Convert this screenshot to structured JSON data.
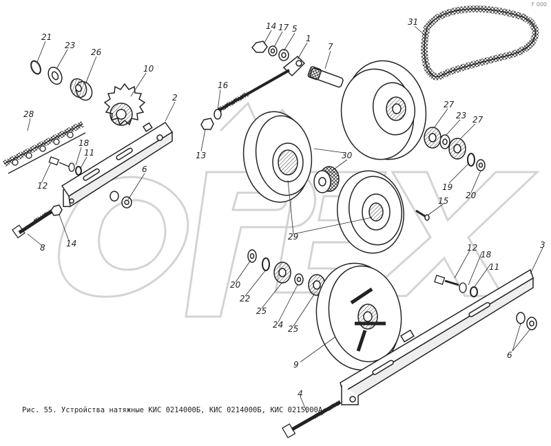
{
  "figure": {
    "caption": "Рис. 55. Устройства натяжные КИС 0214000Б, КИС 0214000Б, КИС 0215000А",
    "corner_mark": "F 000",
    "watermark": "OPEX"
  },
  "callouts": [
    {
      "id": "c21",
      "text": "21"
    },
    {
      "id": "c23a",
      "text": "23"
    },
    {
      "id": "c26",
      "text": "26"
    },
    {
      "id": "c10",
      "text": "10"
    },
    {
      "id": "c28",
      "text": "28"
    },
    {
      "id": "c2",
      "text": "2"
    },
    {
      "id": "c16",
      "text": "16"
    },
    {
      "id": "c13",
      "text": "13"
    },
    {
      "id": "c14a",
      "text": "14"
    },
    {
      "id": "c17",
      "text": "17"
    },
    {
      "id": "c5",
      "text": "5"
    },
    {
      "id": "c1",
      "text": "1"
    },
    {
      "id": "c7",
      "text": "7"
    },
    {
      "id": "c31",
      "text": "31"
    },
    {
      "id": "c27a",
      "text": "27"
    },
    {
      "id": "c23b",
      "text": "23"
    },
    {
      "id": "c27b",
      "text": "27"
    },
    {
      "id": "c19a",
      "text": "19"
    },
    {
      "id": "c20a",
      "text": "20"
    },
    {
      "id": "c30",
      "text": "30"
    },
    {
      "id": "c12a",
      "text": "12"
    },
    {
      "id": "c18a",
      "text": "18"
    },
    {
      "id": "c11a",
      "text": "11"
    },
    {
      "id": "c6a",
      "text": "6"
    },
    {
      "id": "c15",
      "text": "15"
    },
    {
      "id": "c14b",
      "text": "14"
    },
    {
      "id": "c8",
      "text": "8"
    },
    {
      "id": "c29",
      "text": "29"
    },
    {
      "id": "c20b",
      "text": "20"
    },
    {
      "id": "c22",
      "text": "22"
    },
    {
      "id": "c25a",
      "text": "25"
    },
    {
      "id": "c24",
      "text": "24"
    },
    {
      "id": "c25b",
      "text": "25"
    },
    {
      "id": "c9",
      "text": "9"
    },
    {
      "id": "c12b",
      "text": "12"
    },
    {
      "id": "c18b",
      "text": "18"
    },
    {
      "id": "c11b",
      "text": "11"
    },
    {
      "id": "c3",
      "text": "3"
    },
    {
      "id": "c6b",
      "text": "6"
    },
    {
      "id": "c4",
      "text": "4"
    }
  ]
}
